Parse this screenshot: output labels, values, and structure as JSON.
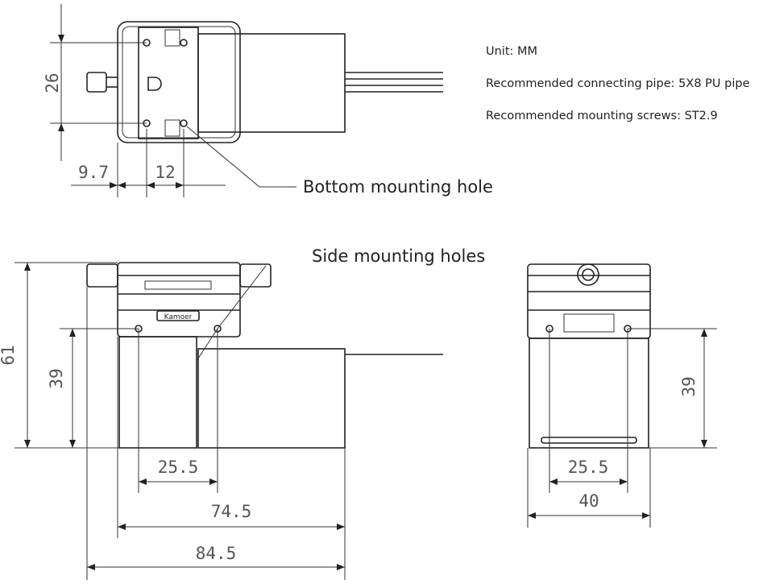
{
  "notes": {
    "unit": "Unit: MM",
    "pipe": "Recommended connecting pipe: 5X8 PU pipe",
    "screws": "Recommended mounting screws: ST2.9"
  },
  "callouts": {
    "bottom_hole": "Bottom mounting hole",
    "side_holes": "Side mounting holes"
  },
  "logo": "Kamoer",
  "dimensions": {
    "top_height": "26",
    "top_offset": "9.7",
    "top_spacing": "12",
    "side_total_height": "61",
    "side_hole_height": "39",
    "side_hole_spacing": "25.5",
    "body_length": "74.5",
    "total_length": "84.5",
    "end_hole_height": "39",
    "end_hole_spacing": "25.5",
    "end_width": "40"
  }
}
